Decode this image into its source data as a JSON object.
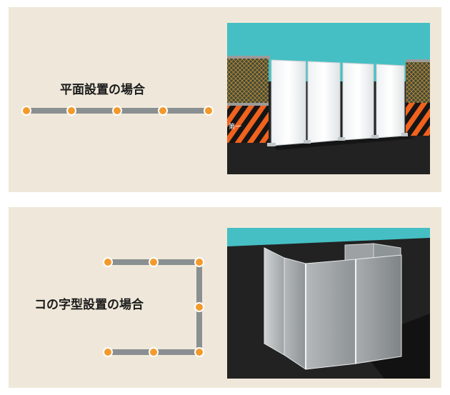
{
  "flat_section": {
    "title": "平面設置の場合"
  },
  "u_section": {
    "title": "コの字型設置の場合"
  },
  "colors": {
    "background": "#efe8da",
    "node": "#f39a2b",
    "bar": "#8a8f91",
    "sky": "#45bfc4",
    "ground": "#222222"
  },
  "scene_flat": {
    "sign_left": "第一"
  }
}
